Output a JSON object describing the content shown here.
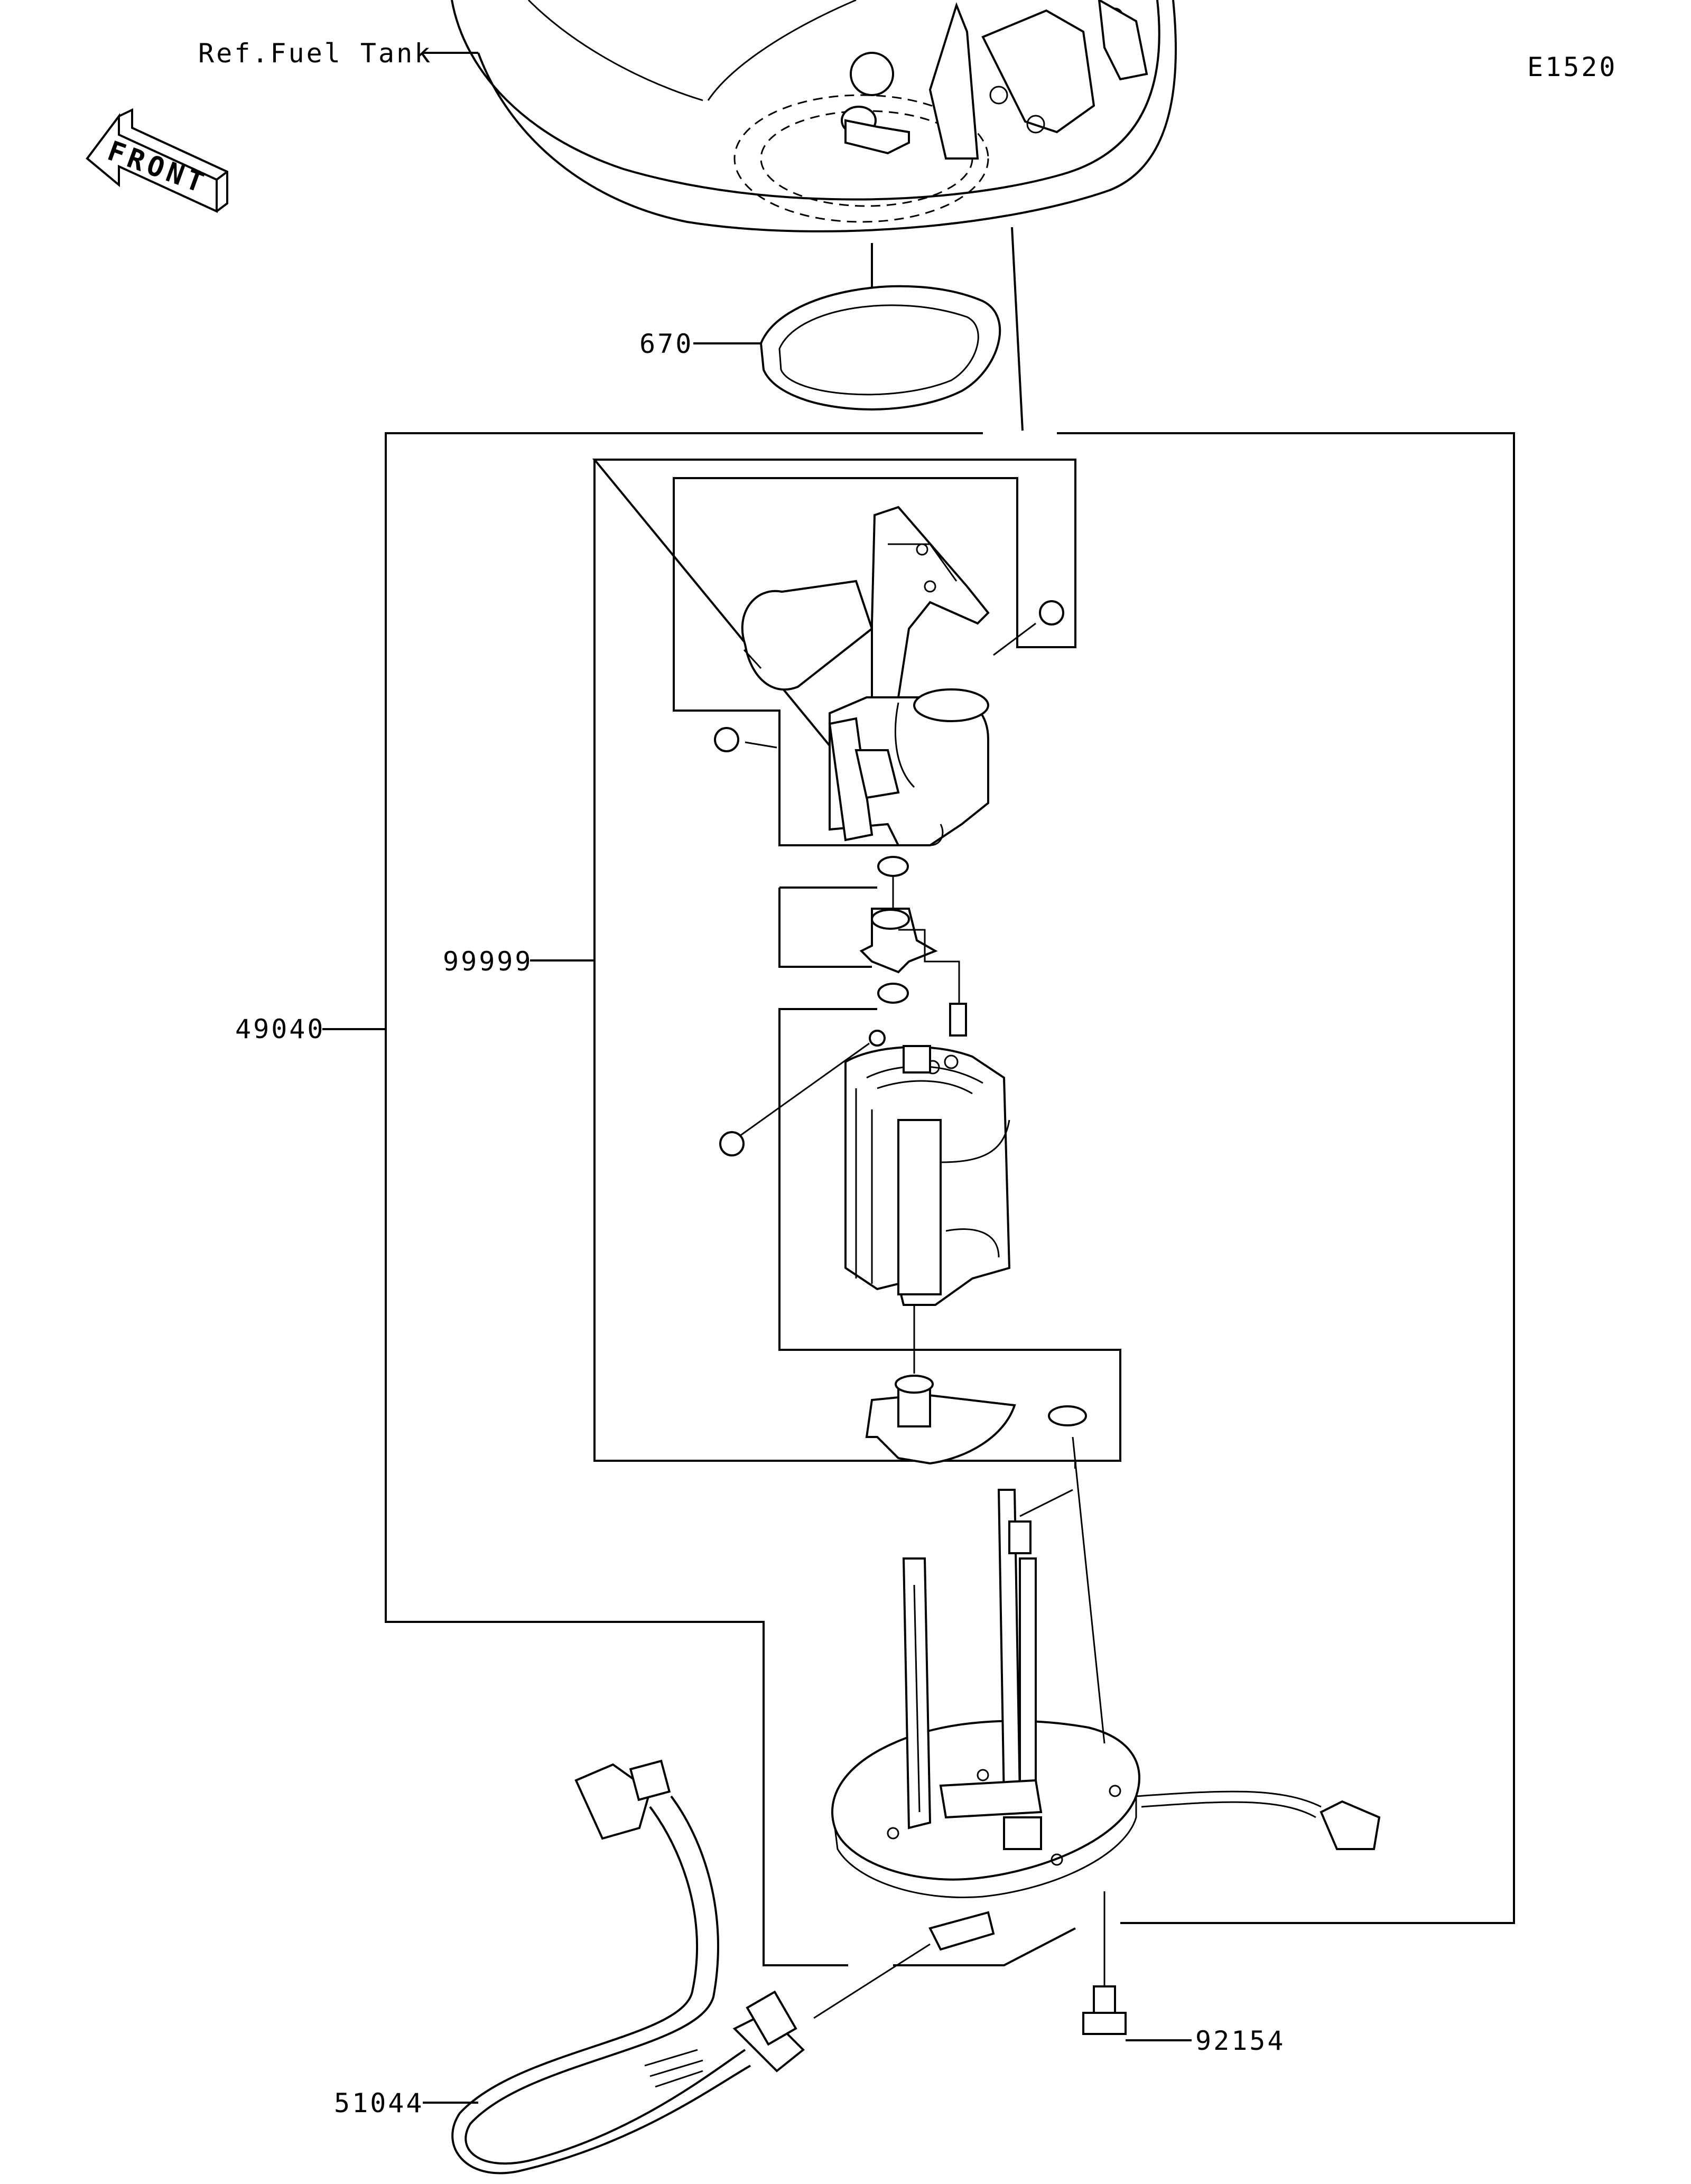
{
  "diagram": {
    "code": "E1520",
    "front_label": "FRONT",
    "ref_label": "Ref.Fuel Tank",
    "callouts": [
      {
        "id": "670",
        "text": "670"
      },
      {
        "id": "99999",
        "text": "99999"
      },
      {
        "id": "49040",
        "text": "49040"
      },
      {
        "id": "51044",
        "text": "51044"
      },
      {
        "id": "92154",
        "text": "92154"
      }
    ]
  }
}
